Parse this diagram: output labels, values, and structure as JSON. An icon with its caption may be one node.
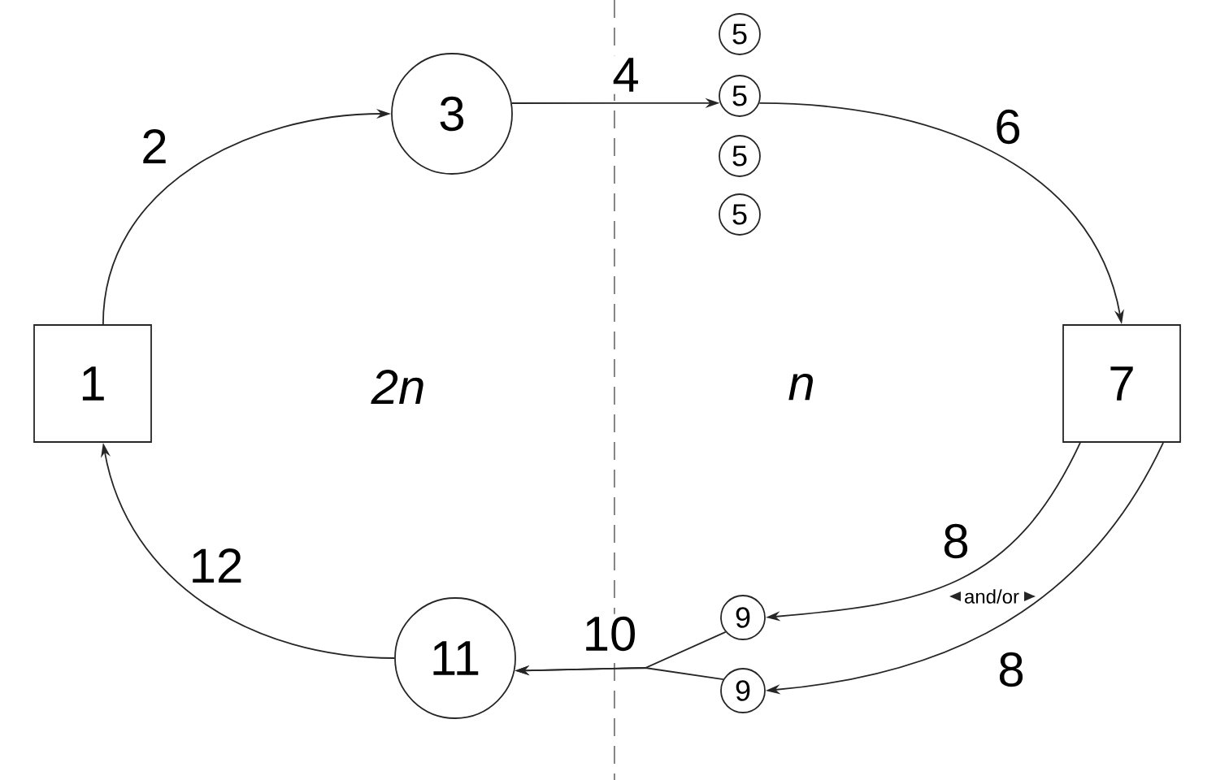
{
  "diagram": {
    "nodes": [
      {
        "text": [
          "1"
        ]
      },
      {
        "text": [
          "3"
        ]
      },
      {
        "text": [
          "5"
        ]
      },
      {
        "text": [
          "5"
        ]
      },
      {
        "text": [
          "5"
        ]
      },
      {
        "text": [
          "5"
        ]
      },
      {
        "text": [
          "7"
        ]
      },
      {
        "text": [
          "9"
        ]
      },
      {
        "text": [
          "9"
        ]
      },
      {
        "text": [
          "11"
        ]
      }
    ],
    "edges": [
      {
        "from": 0,
        "to": 1,
        "arrow": "to",
        "label": "2"
      },
      {
        "from": 1,
        "to": 3,
        "arrow": "to",
        "label": "4"
      },
      {
        "from": 3,
        "to": 6,
        "arrow": "to",
        "label": "6"
      },
      {
        "from": 6,
        "to": 7,
        "arrow": "to",
        "label": "8"
      },
      {
        "from": 6,
        "to": 8,
        "arrow": "to",
        "label": "8"
      },
      {
        "from": 7,
        "to": 9,
        "arrow": "to",
        "label": "10"
      },
      {
        "from": 8,
        "to": 9,
        "arrow": "to"
      },
      {
        "from": 9,
        "to": 0,
        "arrow": "to",
        "label": "12"
      }
    ],
    "labels": [
      "2n",
      "n",
      "and/or"
    ]
  }
}
